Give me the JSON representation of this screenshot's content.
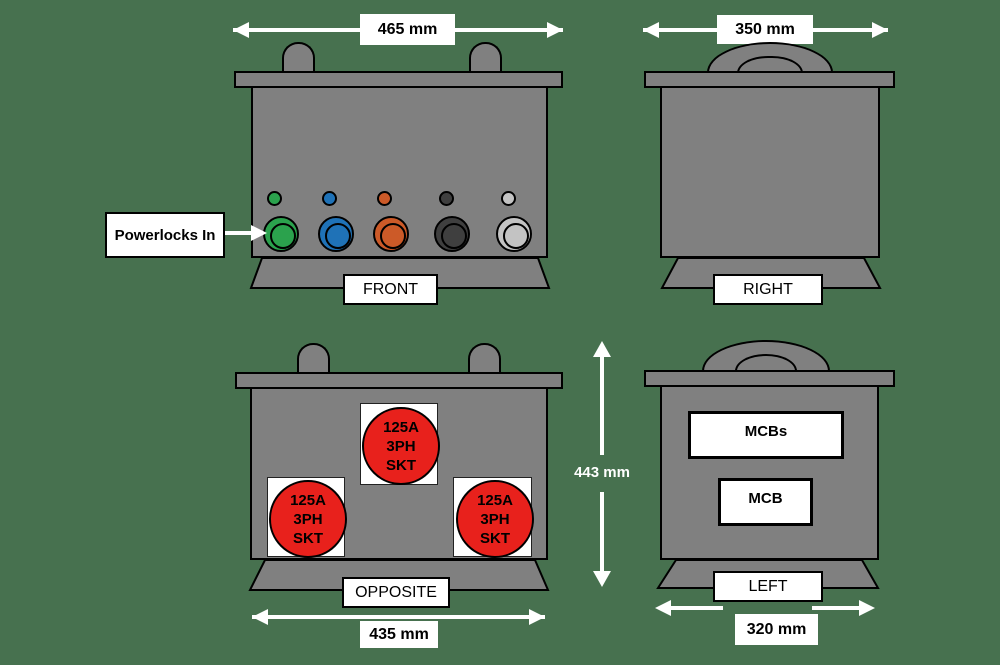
{
  "colors": {
    "background": "#47714F",
    "enclosure_gray": "#808080",
    "outline": "#000000",
    "dimension_arrow": "#FFFFFF",
    "label_background": "#FFFFFF",
    "socket_red": "#E8211C",
    "powerlock_green": "#2BA24D",
    "powerlock_blue": "#1F72B7",
    "powerlock_orange": "#CC5A28",
    "powerlock_black": "#3F3F3F",
    "powerlock_grey": "#C3C3C3"
  },
  "views": {
    "front": {
      "label": "FRONT",
      "width_dim": "465 mm",
      "callout_label": "Powerlocks In",
      "powerlock_colors": [
        "green",
        "blue",
        "orange",
        "black",
        "grey"
      ]
    },
    "right": {
      "label": "RIGHT",
      "width_dim": "350 mm"
    },
    "opposite": {
      "label": "OPPOSITE",
      "width_dim": "435 mm",
      "height_dim": "443 mm",
      "socket_lines": [
        "125A",
        "3PH",
        "SKT"
      ]
    },
    "left": {
      "label": "LEFT",
      "width_dim": "320 mm",
      "mcbs_box_label": "MCBs",
      "mcb_box_label": "MCB"
    }
  }
}
